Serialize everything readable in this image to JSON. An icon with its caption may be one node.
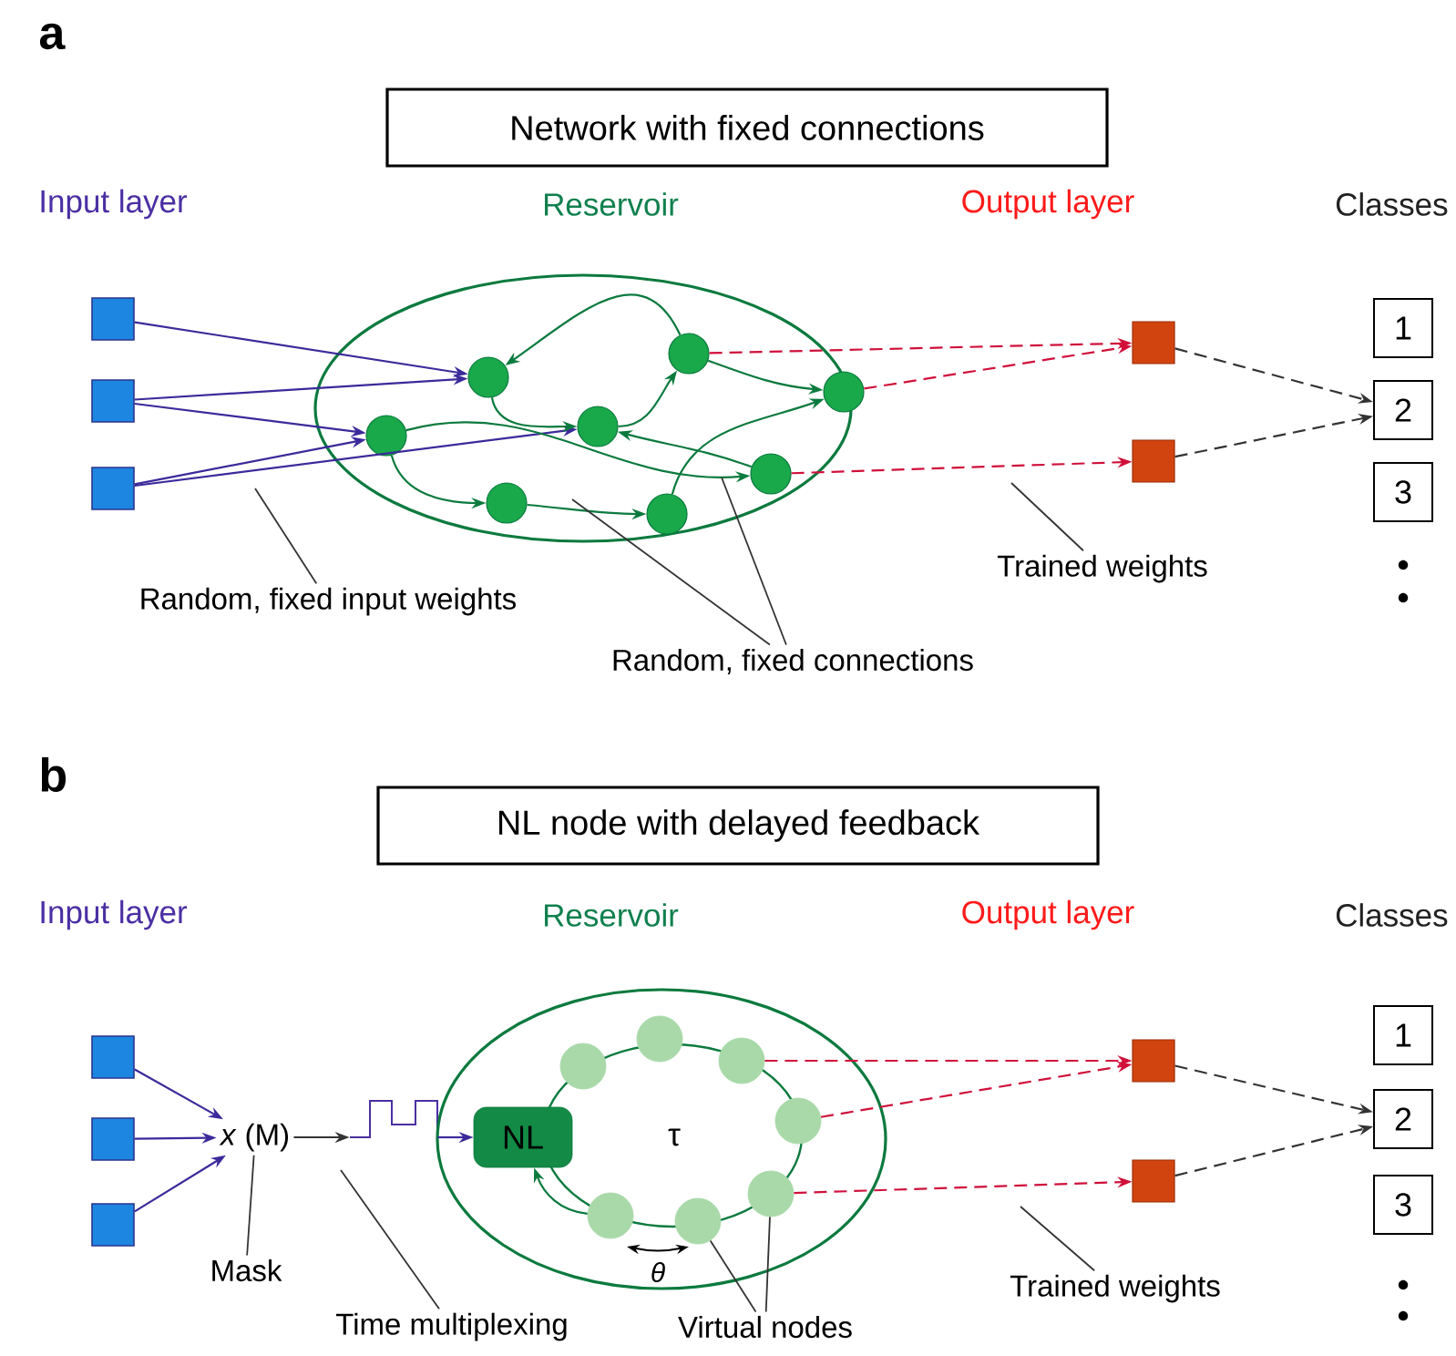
{
  "diagram": {
    "nodes": [
      {
        "text": [
          "Network with fixed connections"
        ]
      },
      {
        "text": [],
        "shape": "box"
      },
      {
        "text": [],
        "shape": "box"
      },
      {
        "text": [],
        "shape": "box"
      },
      {
        "text": [],
        "shape": "ellipse"
      },
      {
        "text": [],
        "shape": "circle",
        "in": 4
      },
      {
        "text": [],
        "shape": "circle",
        "in": 4
      },
      {
        "text": [],
        "shape": "circle",
        "in": 4
      },
      {
        "text": [],
        "shape": "circle",
        "in": 4
      },
      {
        "text": [],
        "shape": "circle",
        "in": 4
      },
      {
        "text": [],
        "shape": "circle",
        "in": 4
      },
      {
        "text": [],
        "shape": "circle",
        "in": 4
      },
      {
        "text": [],
        "shape": "circle",
        "in": 4
      },
      {
        "text": [],
        "shape": "box"
      },
      {
        "text": [],
        "shape": "box"
      },
      {
        "text": [
          "1"
        ]
      },
      {
        "text": [
          "2"
        ]
      },
      {
        "text": [
          "3"
        ]
      },
      {
        "text": [
          "Random, fixed input weights"
        ]
      },
      {
        "text": [
          "Random, fixed connections"
        ]
      },
      {
        "text": [
          "Trained weights"
        ]
      },
      {
        "text": [
          "NL node with delayed feedback"
        ]
      },
      {
        "text": [],
        "shape": "box"
      },
      {
        "text": [],
        "shape": "box"
      },
      {
        "text": [],
        "shape": "box"
      },
      {
        "text": [
          "*x* (M)"
        ]
      },
      {
        "text": [],
        "shape": "picture"
      },
      {
        "text": [],
        "shape": "ellipse"
      },
      {
        "text": [
          "NL"
        ],
        "in": 27
      },
      {
        "text": [],
        "shape": "circle",
        "in": 27
      },
      {
        "text": [],
        "shape": "circle",
        "in": 27
      },
      {
        "text": [],
        "shape": "circle",
        "in": 27
      },
      {
        "text": [],
        "shape": "circle",
        "in": 27
      },
      {
        "text": [],
        "shape": "circle",
        "in": 27
      },
      {
        "text": [],
        "shape": "circle",
        "in": 27
      },
      {
        "text": [],
        "shape": "circle",
        "in": 27
      },
      {
        "text": [],
        "shape": "box"
      },
      {
        "text": [],
        "shape": "box"
      },
      {
        "text": [
          "1"
        ]
      },
      {
        "text": [
          "2"
        ]
      },
      {
        "text": [
          "3"
        ]
      },
      {
        "text": [
          "Mask"
        ]
      },
      {
        "text": [
          "Time multiplexing"
        ]
      },
      {
        "text": [
          "Virtual nodes"
        ]
      },
      {
        "text": [
          "Trained weights"
        ]
      }
    ],
    "edges": [
      {
        "from": 1,
        "to": 6,
        "arrow": "to",
        "color": "#3b2a9a"
      },
      {
        "from": 2,
        "to": 6,
        "arrow": "to",
        "color": "#3b2a9a"
      },
      {
        "from": 2,
        "to": 5,
        "arrow": "to",
        "color": "#3b2a9a"
      },
      {
        "from": 3,
        "to": 5,
        "arrow": "to",
        "color": "#3b2a9a"
      },
      {
        "from": 3,
        "to": 8,
        "arrow": "to",
        "color": "#3b2a9a"
      },
      {
        "from": 10,
        "to": 6,
        "arrow": "to",
        "color": "#0b7a3e"
      },
      {
        "from": 6,
        "to": 8,
        "arrow": "to",
        "color": "#0b7a3e"
      },
      {
        "from": 8,
        "to": 10,
        "arrow": "to",
        "color": "#0b7a3e"
      },
      {
        "from": 10,
        "to": 12,
        "arrow": "to",
        "color": "#0b7a3e"
      },
      {
        "from": 5,
        "to": 11,
        "arrow": "to",
        "color": "#0b7a3e"
      },
      {
        "from": 11,
        "to": 8,
        "arrow": "to",
        "color": "#0b7a3e"
      },
      {
        "from": 5,
        "to": 7,
        "arrow": "to",
        "color": "#0b7a3e"
      },
      {
        "from": 7,
        "to": 9,
        "arrow": "to",
        "color": "#0b7a3e"
      },
      {
        "from": 9,
        "to": 12,
        "arrow": "to",
        "color": "#0b7a3e"
      },
      {
        "from": 10,
        "to": 13,
        "arrow": "to",
        "style": "dashed",
        "color": "#d0103a"
      },
      {
        "from": 12,
        "to": 13,
        "arrow": "to",
        "style": "dashed",
        "color": "#d0103a"
      },
      {
        "from": 11,
        "to": 14,
        "arrow": "to",
        "style": "dashed",
        "color": "#d0103a"
      },
      {
        "from": 13,
        "to": 16,
        "arrow": "to",
        "style": "dashed"
      },
      {
        "from": 14,
        "to": 16,
        "arrow": "to",
        "style": "dashed"
      },
      {
        "from": 18,
        "to": null,
        "arrow": "none"
      },
      {
        "from": 19,
        "to": null,
        "arrow": "none"
      },
      {
        "from": 19,
        "to": null,
        "arrow": "none"
      },
      {
        "from": 20,
        "to": null,
        "arrow": "none"
      },
      {
        "from": 22,
        "to": 25,
        "arrow": "to",
        "color": "#3b2a9a"
      },
      {
        "from": 23,
        "to": 25,
        "arrow": "to",
        "color": "#3b2a9a"
      },
      {
        "from": 24,
        "to": 25,
        "arrow": "to",
        "color": "#3b2a9a"
      },
      {
        "from": 25,
        "to": 26,
        "arrow": "to"
      },
      {
        "from": 26,
        "to": 28,
        "arrow": "to",
        "color": "#3b2a9a"
      },
      {
        "from": 30,
        "to": 28,
        "arrow": "to",
        "color": "#0b7a3e"
      },
      {
        "from": 33,
        "to": 36,
        "arrow": "to",
        "style": "dashed",
        "color": "#d0103a"
      },
      {
        "from": 35,
        "to": 36,
        "arrow": "to",
        "style": "dashed",
        "color": "#d0103a"
      },
      {
        "from": 34,
        "to": 37,
        "arrow": "to",
        "style": "dashed",
        "color": "#d0103a"
      },
      {
        "from": 36,
        "to": 39,
        "arrow": "to",
        "style": "dashed"
      },
      {
        "from": 37,
        "to": 39,
        "arrow": "to",
        "style": "dashed"
      },
      {
        "from": 41,
        "to": 25,
        "arrow": "none"
      },
      {
        "from": 42,
        "to": null,
        "arrow": "none"
      },
      {
        "from": 43,
        "to": 32,
        "arrow": "none"
      },
      {
        "from": 43,
        "to": 34,
        "arrow": "none"
      },
      {
        "from": 44,
        "to": null,
        "arrow": "none"
      }
    ],
    "labels": [
      "a",
      "Input layer",
      "Reservoir",
      "Output layer",
      "Classes",
      "b",
      "Input layer",
      "Reservoir",
      "Output layer",
      "Classes",
      "τ",
      "θ"
    ]
  }
}
